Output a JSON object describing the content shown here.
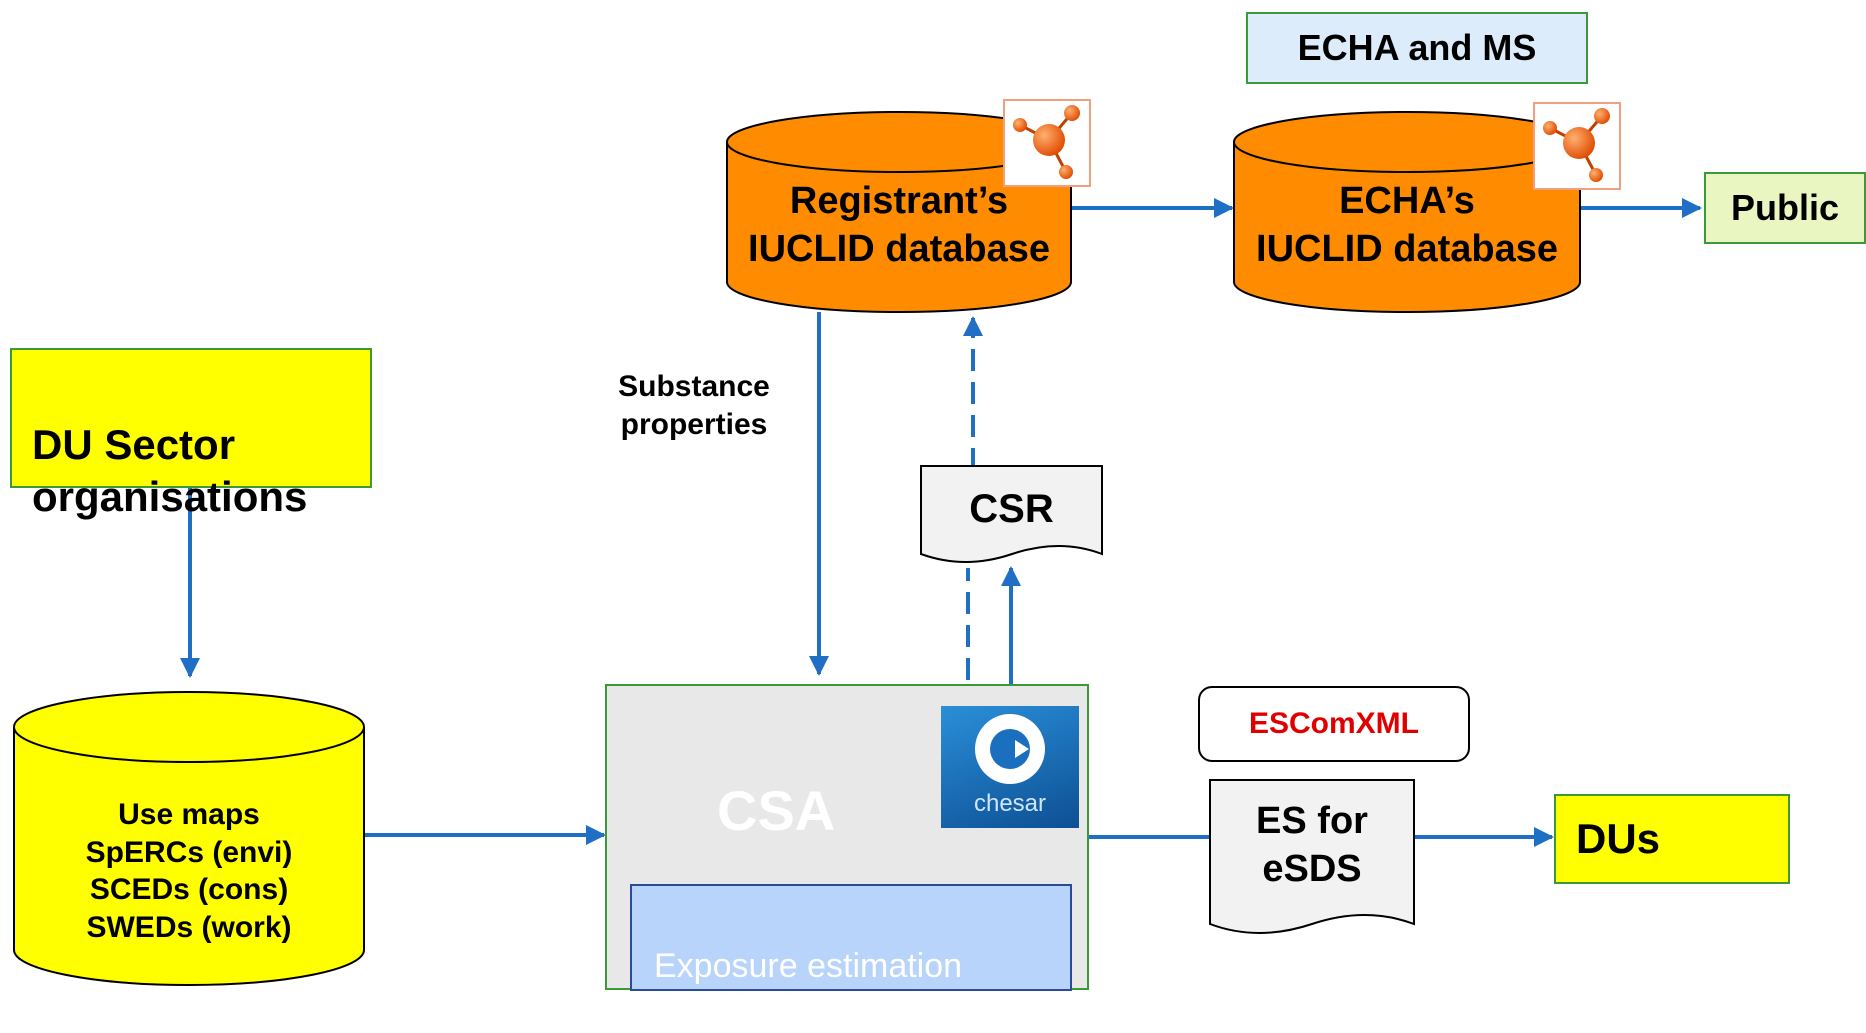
{
  "nodes": {
    "echa_ms": "ECHA and MS",
    "public": "Public",
    "registrant_db": "Registrant’s\nIUCLID database",
    "echa_db": "ECHA’s\nIUCLID database",
    "du_sector": "DU Sector\norganisations",
    "use_maps": "Use maps\nSpERCs (envi)\nSCEDs (cons)\nSWEDs (work)",
    "substance_properties": "Substance\nproperties",
    "csr": "CSR",
    "csa": "CSA",
    "exposure_tools": "Exposure estimation\ntools",
    "chesar_logo_text": "chesar",
    "escomxml": "ESComXML",
    "es_esds": "ES for\neSDS",
    "dus": "DUs"
  },
  "colors": {
    "arrow": "#1f6fc5",
    "orange": "#ff8c00",
    "yellow": "#ffff00",
    "light_blue": "#dcecfa",
    "light_green": "#eaf6c2",
    "csa_gray": "#e8e8e8",
    "tools_blue": "#b8d4fb",
    "escomxml_red": "#e00000",
    "chesar_blue": "#1565a8"
  }
}
